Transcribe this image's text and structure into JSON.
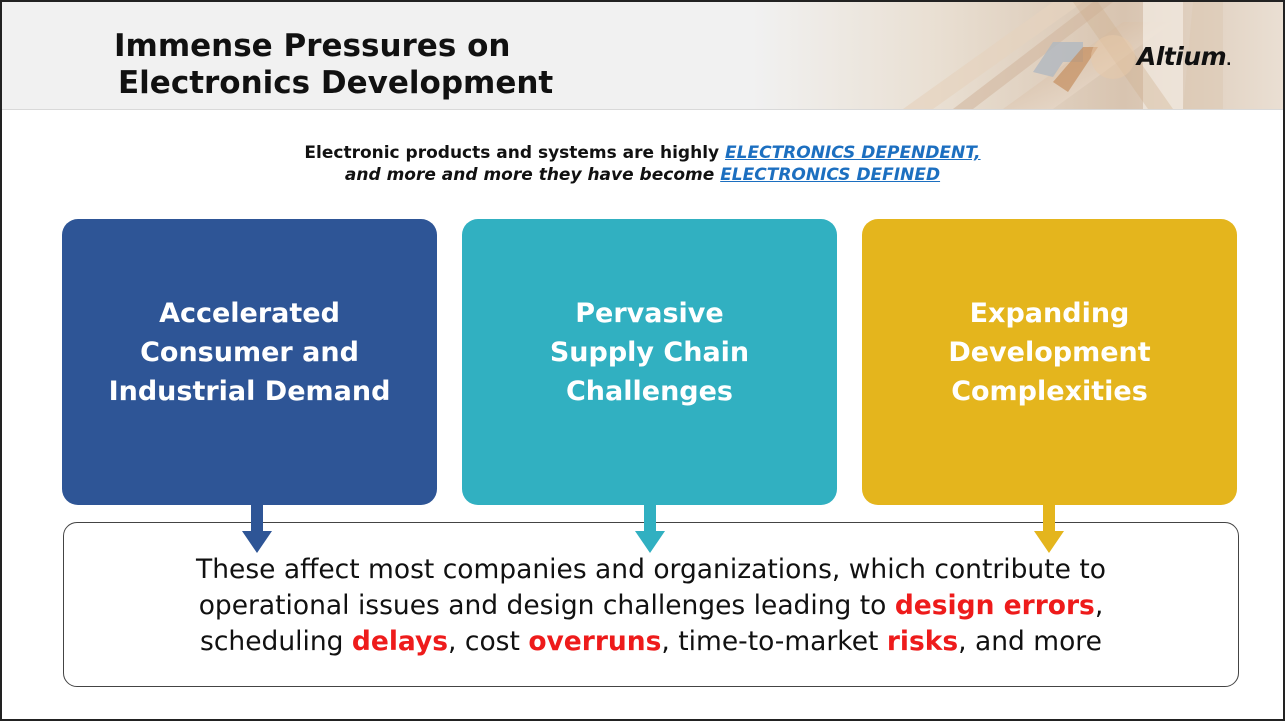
{
  "header": {
    "title_line1": "Immense Pressures on",
    "title_line2": "Electronics Development",
    "logo": "Altium",
    "logo_dot": "."
  },
  "subtitle": {
    "line1_prefix": "Electronic products and systems are highly ",
    "line1_emphasis": "ELECTRONICS DEPENDENT,",
    "line2_prefix": "and more and more they have become ",
    "line2_emphasis": "ELECTRONICS DEFINED"
  },
  "boxes": [
    {
      "lines": [
        "Accelerated",
        "Consumer and",
        "Industrial Demand"
      ],
      "color": "#2e5596",
      "arrow_color": "#2e5596"
    },
    {
      "lines": [
        "Pervasive",
        "Supply Chain",
        "Challenges"
      ],
      "color": "#31b0c1",
      "arrow_color": "#31b0c1"
    },
    {
      "lines": [
        "Expanding",
        "Development",
        "Complexities"
      ],
      "color": "#e4b51d",
      "arrow_color": "#e4b51d"
    }
  ],
  "summary": {
    "line1": "These affect most companies and organizations, which contribute to",
    "line2_a": "operational issues and design challenges leading to ",
    "line2_red": "design errors",
    "line2_b": ",",
    "line3_a": "scheduling ",
    "line3_red1": "delays",
    "line3_b": ", cost ",
    "line3_red2": "overruns",
    "line3_c": ", time-to-market ",
    "line3_red3": "risks",
    "line3_d": ", and more",
    "highlight_color": "#ee1b1b"
  },
  "colors": {
    "accent_blue": "#2e5596",
    "accent_teal": "#31b0c1",
    "accent_gold": "#e4b51d",
    "link_blue": "#1c6fc0"
  }
}
